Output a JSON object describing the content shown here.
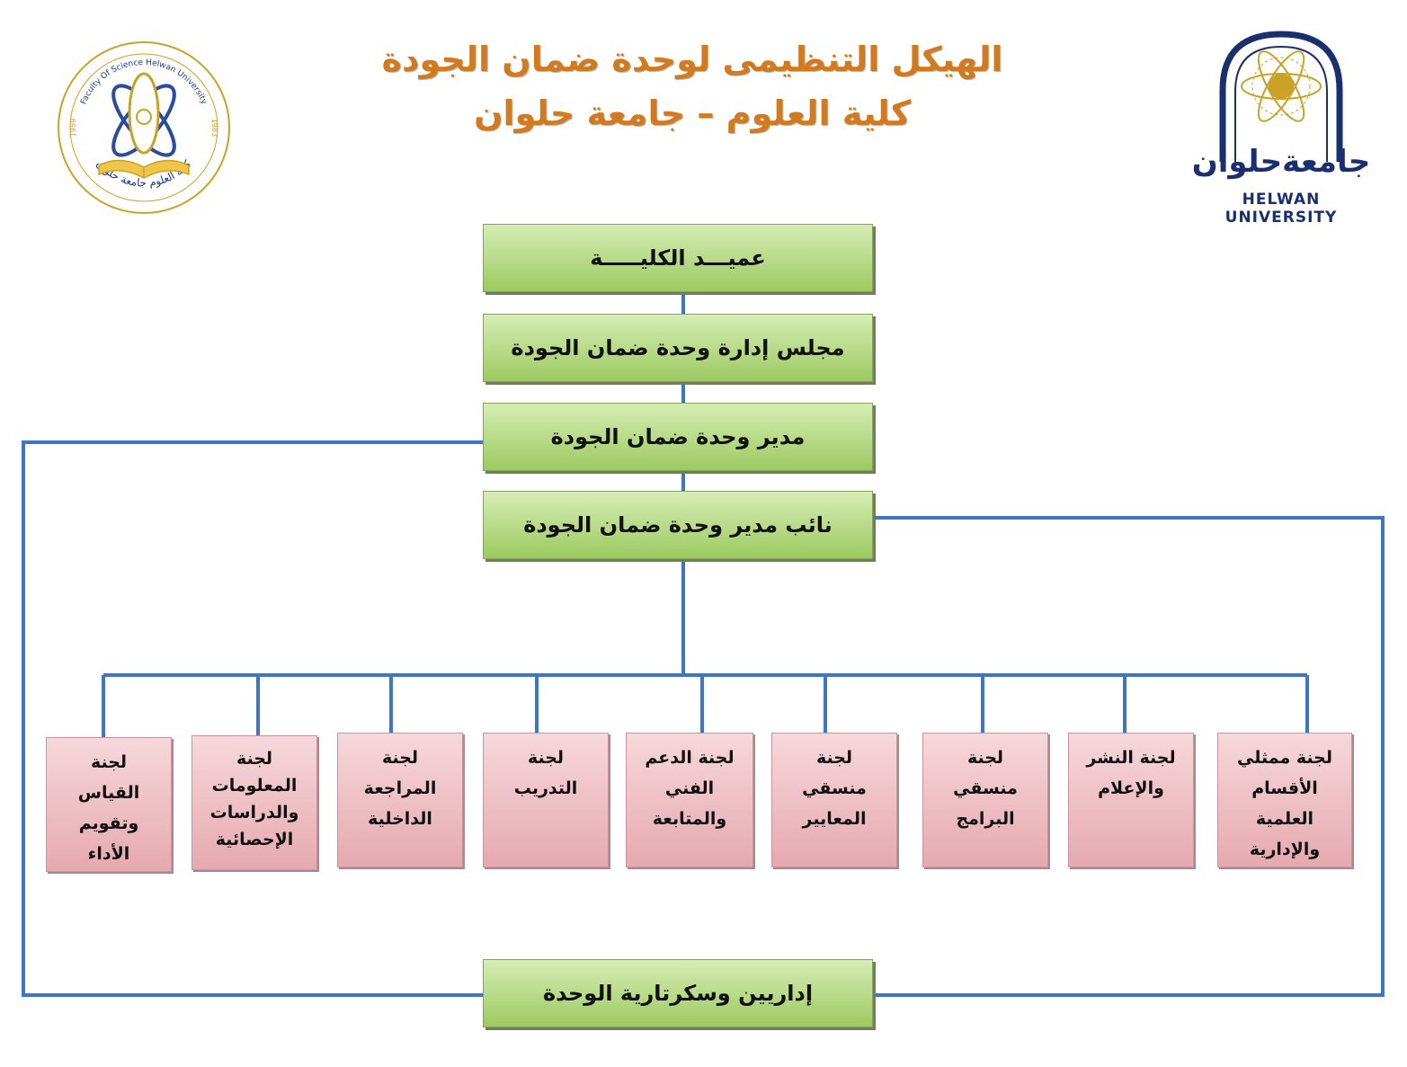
{
  "title_line1": "الهيكل التنظيمى لوحدة ضمان الجودة",
  "title_line2": "كلية العلوم – جامعة حلوان",
  "logo_left": {
    "text_top": "Faculty Of Science Helwan University",
    "text_bottom": "كلية العلوم جامعة حلوان",
    "year_left": "1959",
    "year_right": "1983"
  },
  "logo_right": {
    "arabic": "جامعةحلوان",
    "english": "HELWAN UNIVERSITY"
  },
  "hierarchy": [
    "عميـــد الكليـــــة",
    "مجلس إدارة وحدة ضمان الجودة",
    "مدير وحدة ضمان الجودة",
    "نائب مدير وحدة ضمان الجودة"
  ],
  "committees": [
    "لجنة ممثلي\nالأقسام\nالعلمية\nوالإدارية",
    "لجنة النشر\nوالإعلام",
    "لجنة\nمنسقي\nالبرامج",
    "لجنة\nمنسقي\nالمعايير",
    "لجنة الدعم\nالفني\nوالمتابعة",
    "لجنة\nالتدريب",
    "لجنة\nالمراجعة\nالداخلية",
    "لجنة\nالمعلومات\nوالدراسات\nالإحصائية",
    "لجنة\nالقياس\nوتقويم\nالأداء"
  ],
  "bottom_box": "إداريين وسكرتارية الوحدة",
  "colors": {
    "title": "#d27a1f",
    "connector": "#3f76c4",
    "green_box": "#b5da86",
    "pink_box": "#eec0c5",
    "university_blue": "#1a2f6e",
    "logo_gold": "#c9a227"
  }
}
